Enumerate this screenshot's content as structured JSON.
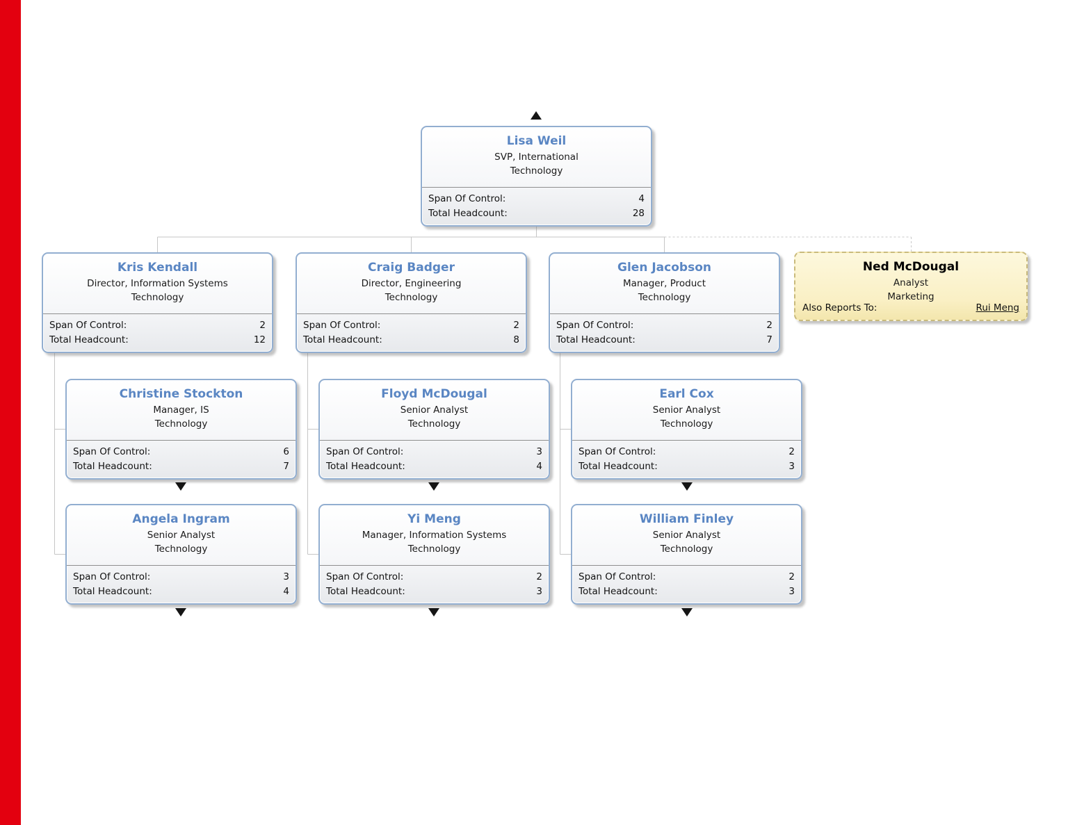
{
  "colors": {
    "accent_bar": "#e3000f",
    "node_border": "#92aed0",
    "node_name_text": "#5a86c3",
    "external_node_bg": "#fbf3cd",
    "external_node_border": "#c9ba7c",
    "connector_line": "#c6c6c6"
  },
  "labels": {
    "span_of_control": "Span Of Control:",
    "total_headcount": "Total Headcount:",
    "also_reports_to": "Also Reports To:"
  },
  "nodes": {
    "lisa_weil": {
      "name": "Lisa Weil",
      "title": "SVP, International",
      "department": "Technology",
      "span_of_control": "4",
      "total_headcount": "28"
    },
    "kris_kendall": {
      "name": "Kris Kendall",
      "title": "Director, Information Systems",
      "department": "Technology",
      "span_of_control": "2",
      "total_headcount": "12"
    },
    "craig_badger": {
      "name": "Craig Badger",
      "title": "Director, Engineering",
      "department": "Technology",
      "span_of_control": "2",
      "total_headcount": "8"
    },
    "glen_jacobson": {
      "name": "Glen Jacobson",
      "title": "Manager, Product",
      "department": "Technology",
      "span_of_control": "2",
      "total_headcount": "7"
    },
    "ned_mcdougal": {
      "name": "Ned McDougal",
      "title": "Analyst",
      "department": "Marketing",
      "also_reports_to": "Rui Meng"
    },
    "christine_stockton": {
      "name": "Christine Stockton",
      "title": "Manager, IS",
      "department": "Technology",
      "span_of_control": "6",
      "total_headcount": "7"
    },
    "floyd_mcdougal": {
      "name": "Floyd McDougal",
      "title": "Senior Analyst",
      "department": "Technology",
      "span_of_control": "3",
      "total_headcount": "4"
    },
    "earl_cox": {
      "name": "Earl Cox",
      "title": "Senior Analyst",
      "department": "Technology",
      "span_of_control": "2",
      "total_headcount": "3"
    },
    "angela_ingram": {
      "name": "Angela Ingram",
      "title": "Senior Analyst",
      "department": "Technology",
      "span_of_control": "3",
      "total_headcount": "4"
    },
    "yi_meng": {
      "name": "Yi Meng",
      "title": "Manager, Information Systems",
      "department": "Technology",
      "span_of_control": "2",
      "total_headcount": "3"
    },
    "william_finley": {
      "name": "William Finley",
      "title": "Senior Analyst",
      "department": "Technology",
      "span_of_control": "2",
      "total_headcount": "3"
    }
  },
  "hierarchy": {
    "root": "lisa_weil",
    "root_has_hidden_parent": true,
    "edges": [
      {
        "from": "lisa_weil",
        "to": "kris_kendall",
        "style": "solid"
      },
      {
        "from": "lisa_weil",
        "to": "craig_badger",
        "style": "solid"
      },
      {
        "from": "lisa_weil",
        "to": "glen_jacobson",
        "style": "solid"
      },
      {
        "from": "lisa_weil",
        "to": "ned_mcdougal",
        "style": "dashed"
      },
      {
        "from": "kris_kendall",
        "to": "christine_stockton",
        "style": "solid"
      },
      {
        "from": "kris_kendall",
        "to": "angela_ingram",
        "style": "solid"
      },
      {
        "from": "craig_badger",
        "to": "floyd_mcdougal",
        "style": "solid"
      },
      {
        "from": "craig_badger",
        "to": "yi_meng",
        "style": "solid"
      },
      {
        "from": "glen_jacobson",
        "to": "earl_cox",
        "style": "solid"
      },
      {
        "from": "glen_jacobson",
        "to": "william_finley",
        "style": "solid"
      }
    ],
    "nodes_with_hidden_children": [
      "christine_stockton",
      "floyd_mcdougal",
      "earl_cox",
      "angela_ingram",
      "yi_meng",
      "william_finley"
    ]
  }
}
